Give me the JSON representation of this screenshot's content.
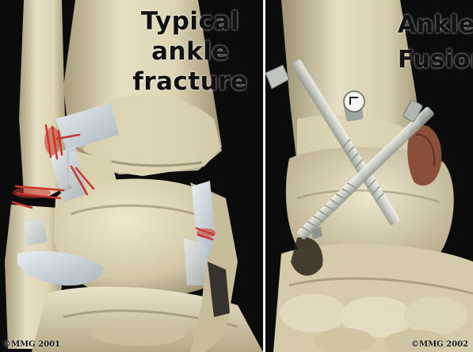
{
  "left_panel": {
    "caption_lines": [
      "Typical",
      "ankle",
      "fracture"
    ],
    "copyright": "©MMG 2001"
  },
  "right_panel": {
    "caption_lines": [
      "Ankle",
      "Fusion"
    ],
    "copyright": "©MMG 2002"
  },
  "colors": {
    "background": "#000000",
    "bone_light": "#e9e2c8",
    "bone_mid": "#d4caa8",
    "bone_shadow": "#9c9070",
    "ligament": "#d6dde2",
    "fracture_red": "#c8352a",
    "screw_metal": "#c9cfc9",
    "fusion_patch": "#8a4f3a"
  }
}
